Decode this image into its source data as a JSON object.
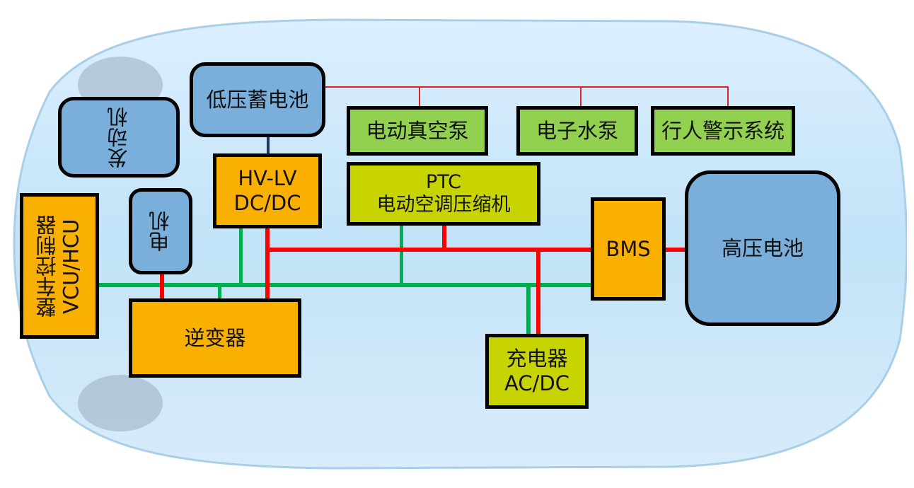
{
  "diagram": {
    "colors": {
      "hv_line": "#ff0000",
      "comm_line": "#00b050",
      "lv_line": "#e02020",
      "blue_box": "#7aaedb",
      "orange_box": "#f9b000",
      "lime_box": "#c8d400",
      "green_box": "#92d050"
    },
    "nodes": {
      "engine": "发动机",
      "lv_battery": "低压蓄电池",
      "vacuum_pump": "电动真空泵",
      "water_pump": "电子水泵",
      "pedestrian_warning": "行人警示系统",
      "dcdc_line1": "HV-LV",
      "dcdc_line2": "DC/DC",
      "ptc_line1": "PTC",
      "ptc_line2": "电动空调压缩机",
      "vcu_line1": "整车控制器",
      "vcu_line2": "VCU/HCU",
      "motor": "电机",
      "inverter": "逆变器",
      "bms": "BMS",
      "hv_battery": "高压电池",
      "charger_line1": "充电器",
      "charger_line2": "AC/DC"
    }
  }
}
